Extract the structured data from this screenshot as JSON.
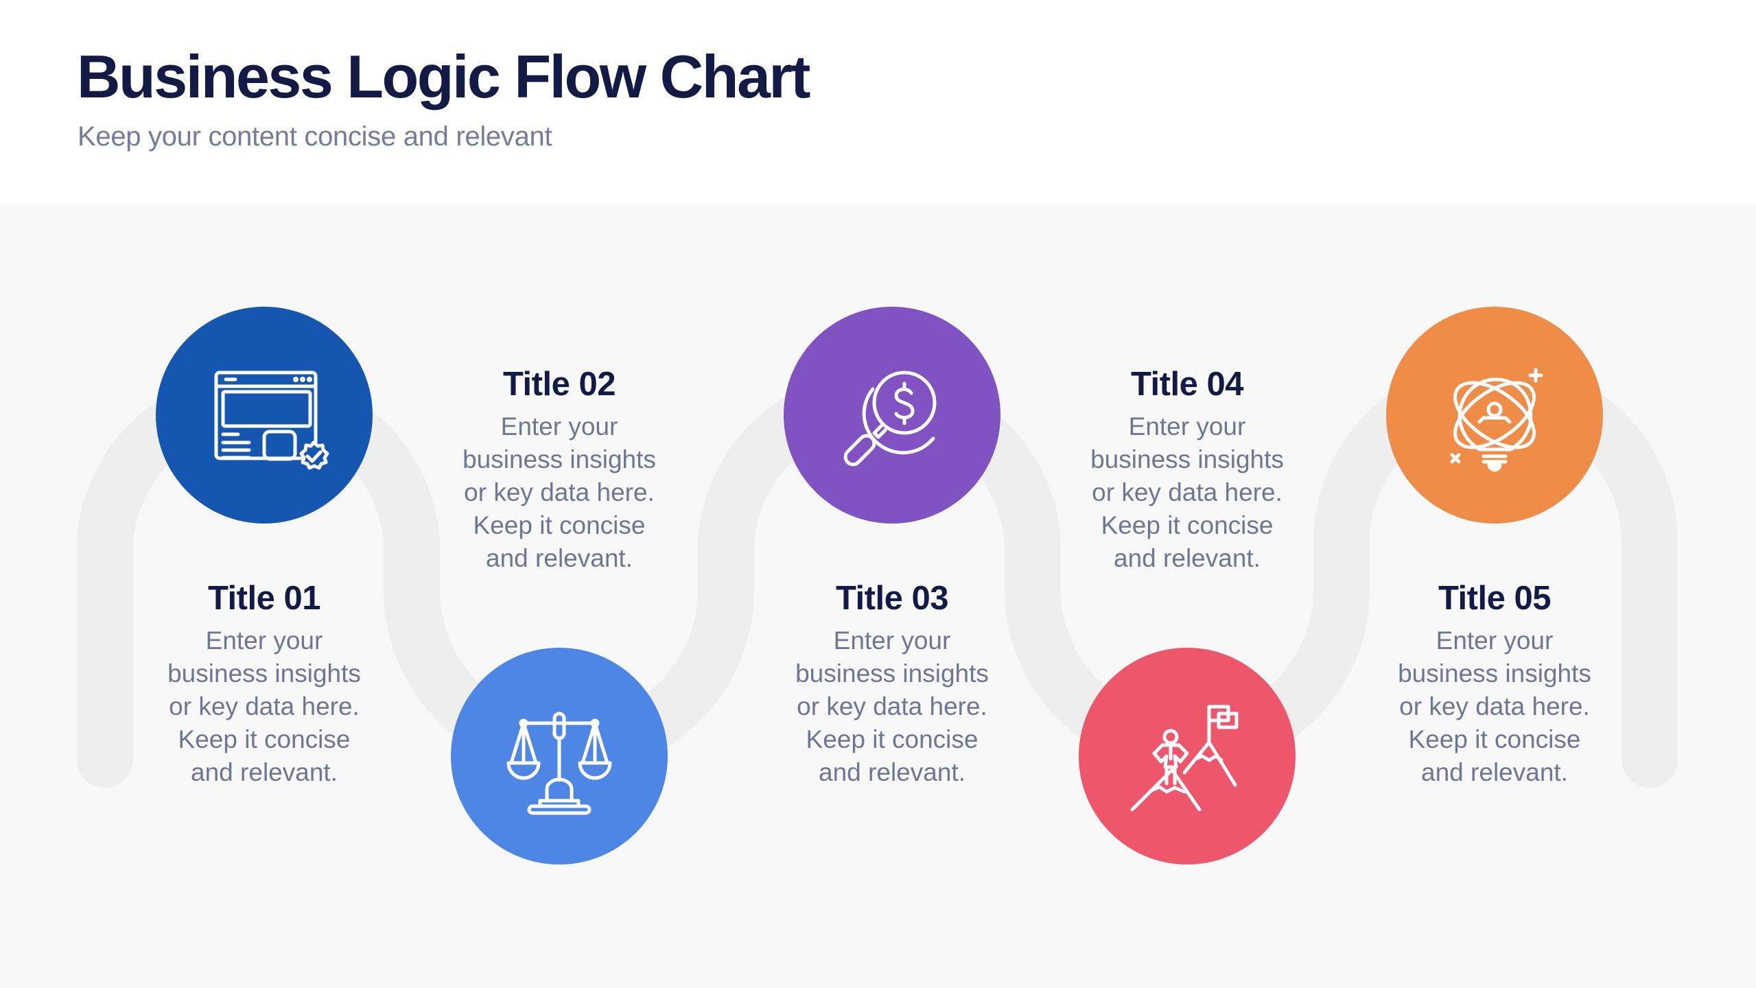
{
  "header": {
    "title": "Business Logic Flow Chart",
    "subtitle": "Keep your content concise and relevant"
  },
  "colors": {
    "title": "#141a46",
    "body_text": "#6f7691",
    "panel_bg": "#f8f8f9",
    "wave": "#eeeeef",
    "step1": "#1557b0",
    "step2": "#4d86e4",
    "step3": "#8152c2",
    "step4": "#ee566c",
    "step5": "#ef8c48"
  },
  "steps": [
    {
      "title": "Title 01",
      "body": [
        "Enter your",
        "business insights",
        "or key data here.",
        "Keep it concise",
        "and relevant."
      ],
      "icon": "browser-window-verified-icon",
      "color": "#1557b0",
      "position": "top"
    },
    {
      "title": "Title 02",
      "body": [
        "Enter your",
        "business insights",
        "or key data here.",
        "Keep it concise",
        "and relevant."
      ],
      "icon": "balance-scale-icon",
      "color": "#4d86e4",
      "position": "bottom"
    },
    {
      "title": "Title 03",
      "body": [
        "Enter your",
        "business insights",
        "or key data here.",
        "Keep it concise",
        "and relevant."
      ],
      "icon": "magnifier-dollar-icon",
      "color": "#8152c2",
      "position": "top"
    },
    {
      "title": "Title 04",
      "body": [
        "Enter your",
        "business insights",
        "or key data here.",
        "Keep it concise",
        "and relevant."
      ],
      "icon": "mountain-summit-flag-icon",
      "color": "#ee566c",
      "position": "bottom"
    },
    {
      "title": "Title 05",
      "body": [
        "Enter your",
        "business insights",
        "or key data here.",
        "Keep it concise",
        "and relevant."
      ],
      "icon": "lightbulb-atom-idea-icon",
      "color": "#ef8c48",
      "position": "top"
    }
  ]
}
